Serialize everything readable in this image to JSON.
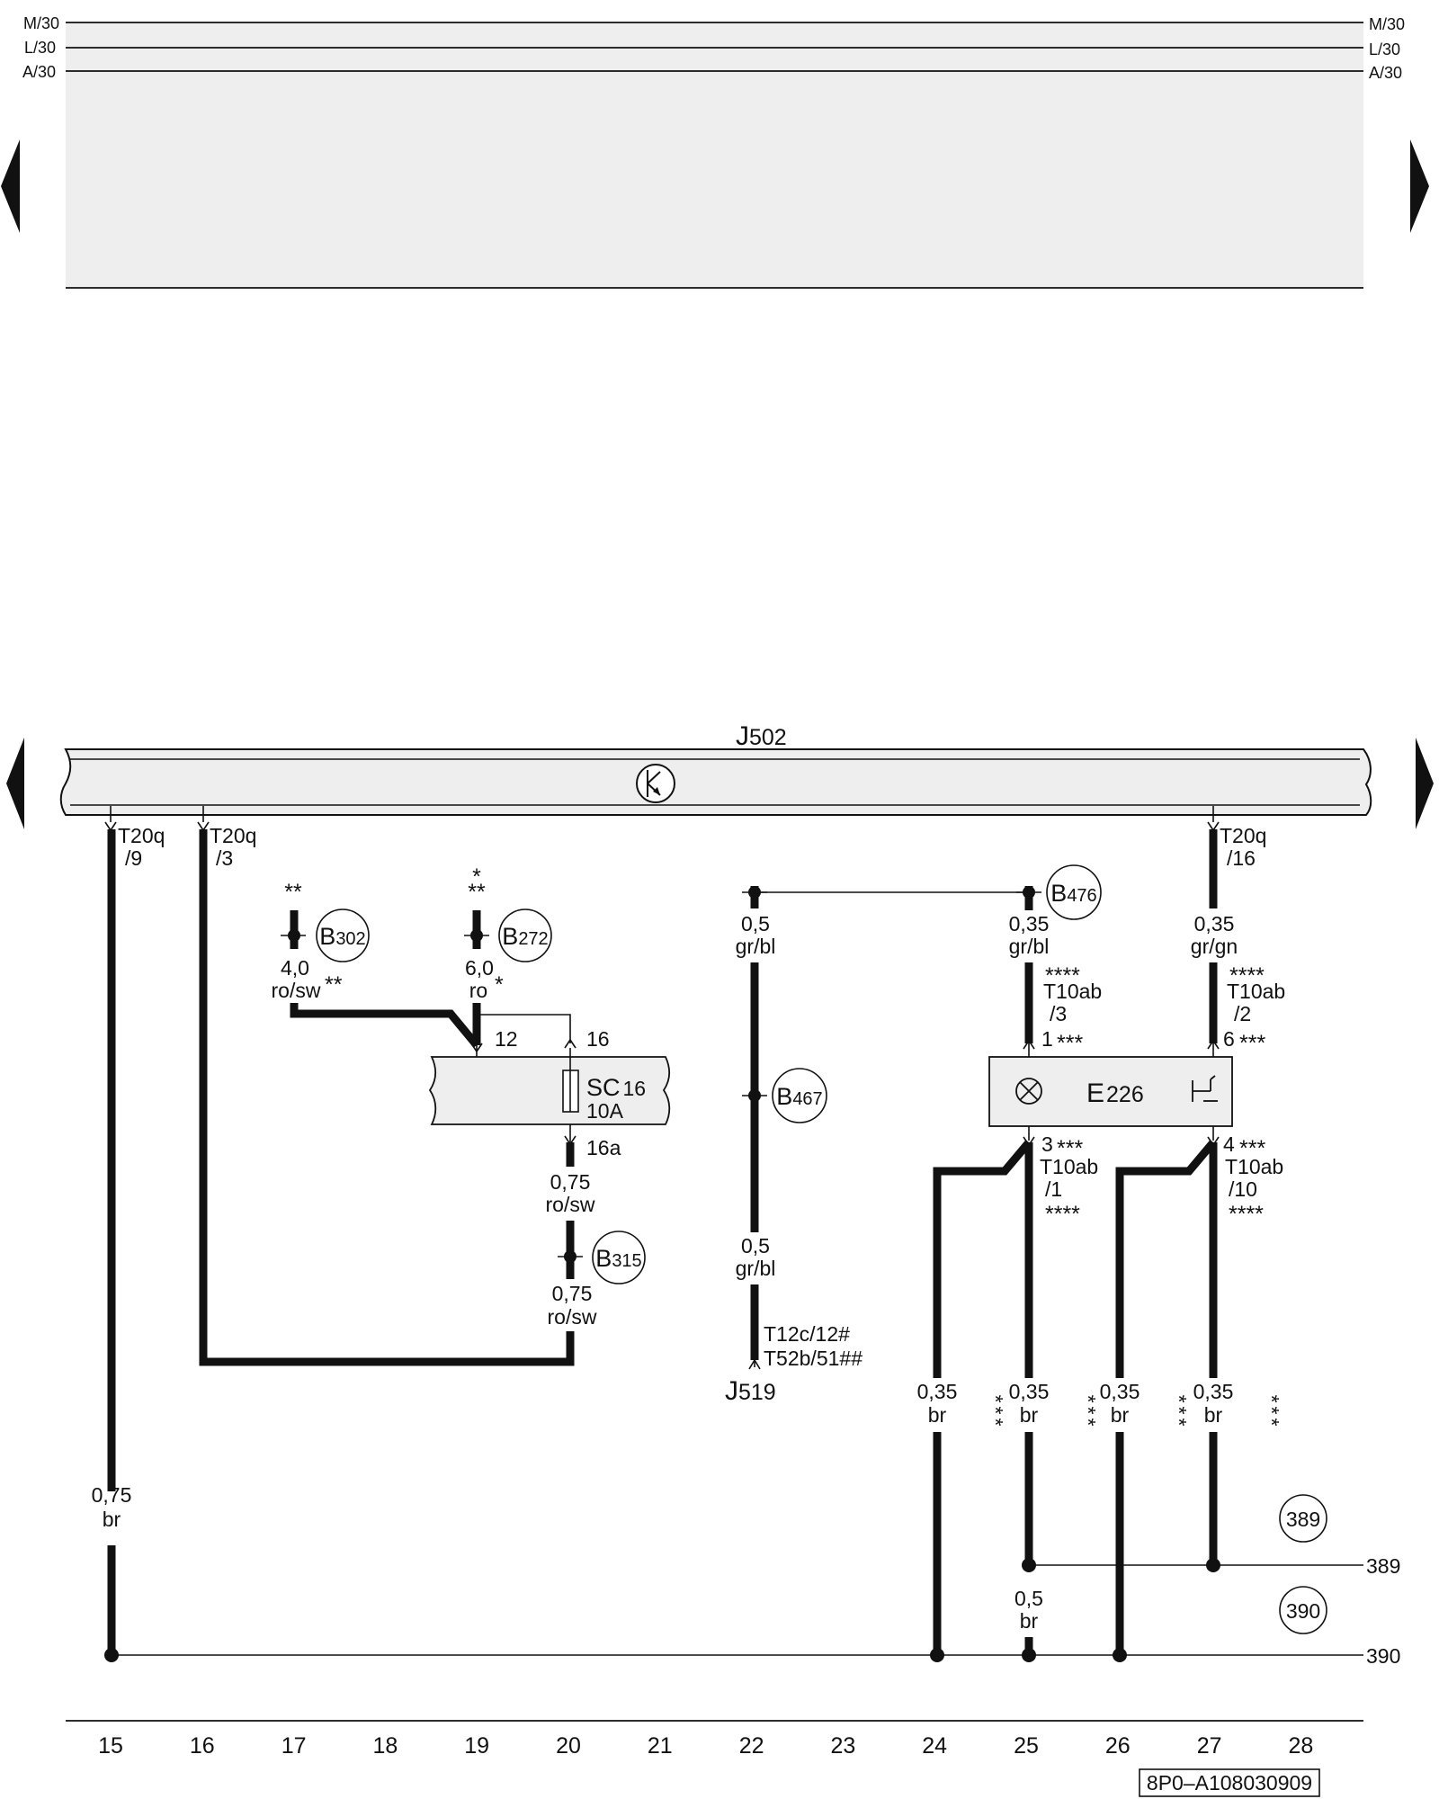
{
  "rails": {
    "m30": "M/30",
    "l30": "L/30",
    "a30": "A/30"
  },
  "j502": {
    "label": "J",
    "num": "502"
  },
  "j519": {
    "label": "J",
    "num": "519"
  },
  "j519_conn": {
    "a": "T12c/12#",
    "b": "T52b/51##"
  },
  "conn_t20q_9": {
    "a": "T20q",
    "b": "/9"
  },
  "conn_t20q_3": {
    "a": "T20q",
    "b": "/3"
  },
  "conn_t20q_16": {
    "a": "T20q",
    "b": "/16"
  },
  "b302": {
    "label": "B",
    "num": "302",
    "stars_top": "**",
    "size": "4,0",
    "color": "ro/sw",
    "stars_bot": "**"
  },
  "b272": {
    "label": "B",
    "num": "272",
    "star_a": "*",
    "star_b": "**",
    "size": "6,0",
    "color": "ro",
    "stars_bot": "*"
  },
  "fuse": {
    "name": "SC",
    "num": "16",
    "rating": "10A",
    "pin_in": "12",
    "pin_16": "16",
    "pin_out": "16a"
  },
  "b315": {
    "label": "B",
    "num": "315",
    "wire_a_size": "0,75",
    "wire_a_color": "ro/sw",
    "wire_b_size": "0,75",
    "wire_b_color": "ro/sw"
  },
  "b467": {
    "label": "B",
    "num": "467",
    "wire_a_size": "0,5",
    "wire_a_color": "gr/bl",
    "wire_b_size": "0,5",
    "wire_b_color": "gr/bl"
  },
  "b476": {
    "label": "B",
    "num": "476",
    "wire_size": "0,35",
    "wire_color": "gr/bl"
  },
  "wire_gr_gn": {
    "size": "0,35",
    "color": "gr/gn"
  },
  "t10ab_3": {
    "stars": "****",
    "a": "T10ab",
    "b": "/3"
  },
  "t10ab_2": {
    "stars": "****",
    "a": "T10ab",
    "b": "/2"
  },
  "t10ab_1": {
    "a": "T10ab",
    "b": "/1",
    "stars": "****"
  },
  "t10ab_10": {
    "a": "T10ab",
    "b": "/10",
    "stars": "****"
  },
  "e226": {
    "label": "E",
    "num": "226",
    "pin1": "1",
    "pin6": "6",
    "pin3": "3",
    "pin4": "4",
    "pin_stars": "***"
  },
  "wire_br_1": {
    "size": "0,35",
    "color": "br",
    "stars": "***"
  },
  "wire_br_2": {
    "size": "0,35",
    "color": "br",
    "stars": "***"
  },
  "wire_br_3": {
    "size": "0,35",
    "color": "br",
    "stars": "***"
  },
  "wire_br_4": {
    "size": "0,35",
    "color": "br",
    "stars": "***"
  },
  "wire_br_main": {
    "size": "0,75",
    "color": "br"
  },
  "wire_br_link": {
    "size": "0,5",
    "color": "br"
  },
  "ground": {
    "g389": "389",
    "g390": "390"
  },
  "tracks": [
    "15",
    "16",
    "17",
    "18",
    "19",
    "20",
    "21",
    "22",
    "23",
    "24",
    "25",
    "26",
    "27",
    "28"
  ],
  "doc_code": "8P0–A108030909"
}
